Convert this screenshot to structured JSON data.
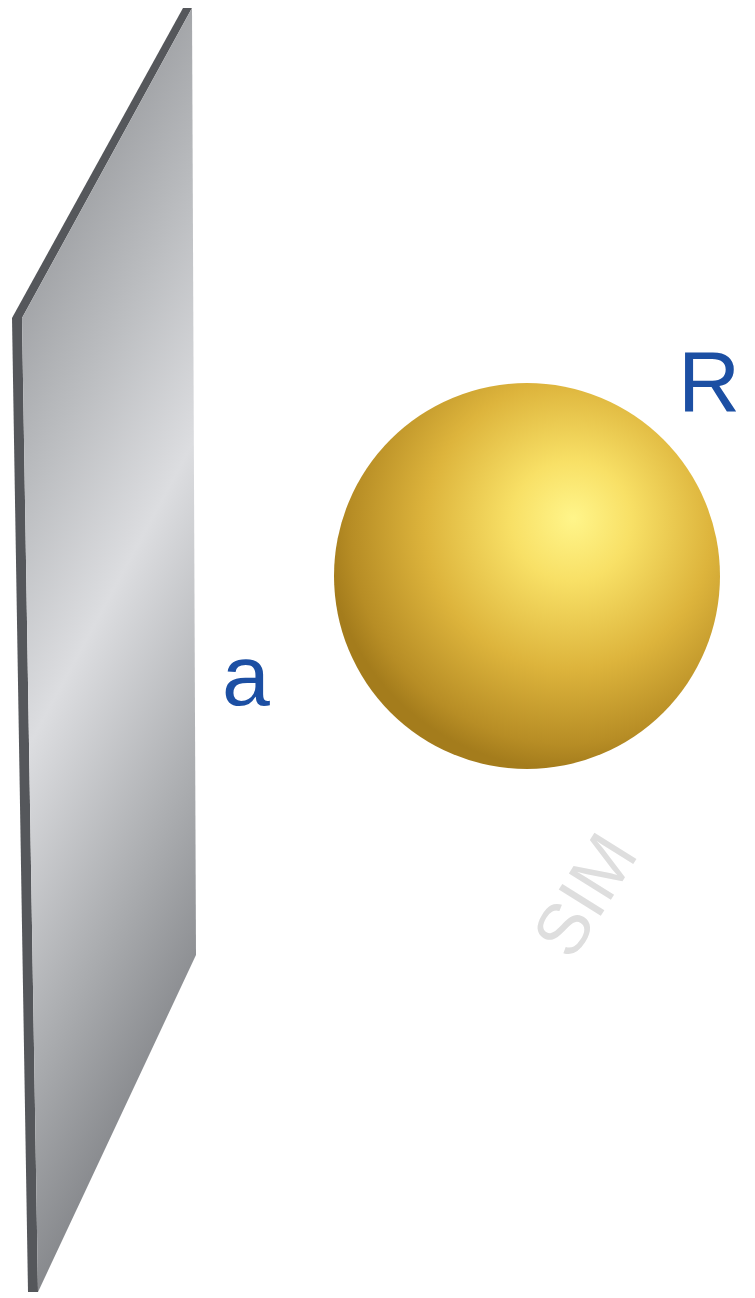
{
  "diagram": {
    "labels": [
      "R",
      "a",
      "SIM"
    ]
  }
}
